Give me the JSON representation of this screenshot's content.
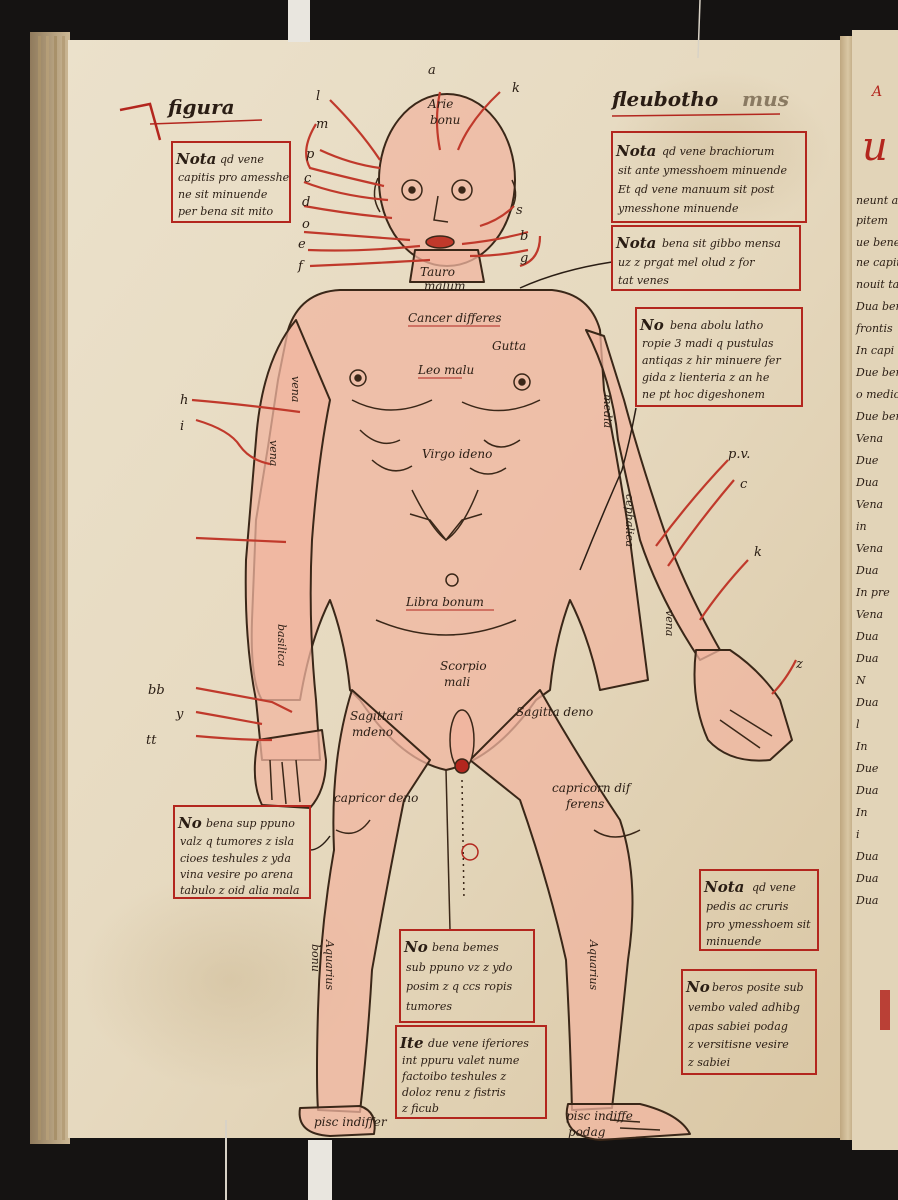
{
  "page": {
    "title_left": "figura",
    "title_right": "fleubotho",
    "title_right_tail": "mus"
  },
  "colors": {
    "background": "#151312",
    "parchment": "#e8dcc4",
    "ink": "#2a1d14",
    "rubric": "#b3261e",
    "flesh": "#f0b6a0"
  },
  "figure_labels": {
    "aries": [
      "Arie",
      "bonu"
    ],
    "taurus": [
      "Tauro",
      "malum"
    ],
    "cancer": "Cancer differes",
    "gutta": "Gutta",
    "leo": "Leo malu",
    "virgo": "Virgo ideno",
    "libra": "Libra bonum",
    "scorpio": [
      "Scorpio",
      "mali"
    ],
    "sag_left": [
      "Sagittari",
      "mdeno"
    ],
    "sag_right": "Sagitta deno",
    "cap_left": "capricor deno",
    "cap_right": [
      "capricorn dif",
      "ferens"
    ],
    "aqu_left": [
      "Aquarius",
      "bonu"
    ],
    "aqu_right": "Aquarius",
    "pisces_left": "pisc indiffer",
    "pisces_right": [
      "pisc indiffe",
      "podag"
    ]
  },
  "vein_labels_left": [
    "l",
    "m",
    "p",
    "c",
    "d",
    "o",
    "e",
    "f",
    "h",
    "i",
    "bb",
    "y",
    "tt"
  ],
  "vein_labels_right": [
    "a",
    "k",
    "s",
    "b",
    "g",
    "p.v.",
    "c",
    "k",
    "z"
  ],
  "vessel_labels": [
    "vena",
    "vena",
    "basilica",
    "media",
    "cephalica",
    "vena"
  ],
  "notes": [
    {
      "head": "Nota",
      "lines": [
        "qd vene",
        "capitis pro amesshe",
        "ne sit minuende",
        "per bena sit mito"
      ]
    },
    {
      "head": "Nota",
      "lines": [
        "qd vene brachiorum",
        "sit ante ymesshoem minuende",
        "Et qd vene manuum sit post",
        "ymesshone minuende"
      ]
    },
    {
      "head": "Nota",
      "lines": [
        "bena sit gibbo mensa",
        "uz z prgat mel olud z for",
        "tat venes"
      ]
    },
    {
      "head": "No",
      "lines": [
        "bena abolu latho",
        "ropie 3 madi q pustulas",
        "antiqas z hir minuere fer",
        "gida z lienteria z an he",
        "ne pt hoc digeshonem"
      ]
    },
    {
      "head": "No",
      "lines": [
        "bena sup ppuno",
        "valz q tumores z isla",
        "cioes teshules z yda",
        "vina vesire po arena",
        "tabulo z oid alia mala"
      ]
    },
    {
      "head": "Nota",
      "lines": [
        "qd vene",
        "pedis ac cruris",
        "pro ymesshoem sit",
        "minuende"
      ]
    },
    {
      "head": "No",
      "lines": [
        "bena bemes",
        "sub ppuno vz z ydo",
        "posim z q ccs ropis",
        "tumores"
      ]
    },
    {
      "head": "No",
      "lines": [
        "beros posite sub",
        "vembo valed adhibg",
        "apas sabiei podag",
        "z versitisne vesire",
        "z sabiei"
      ]
    },
    {
      "head": "Ite",
      "lines": [
        "due vene iferiores",
        "int ppuru valet nume",
        "factoibo teshules z",
        "doloz renu z fistris",
        "z ficub"
      ]
    }
  ],
  "margin_right_fragments": [
    "A",
    "u",
    "neunt ad",
    "pitem",
    "ue bene",
    "ne capit",
    "nouit tapit",
    "Dua bene",
    "frontis",
    "In capi",
    "Due bene",
    "o medio",
    "Due bene",
    "Vena",
    "Due",
    "Dua",
    "Vena",
    "in",
    "Vena",
    "Dua",
    "In pre",
    "Vena",
    "Dua",
    "Dua",
    "N",
    "Dua",
    "l",
    "In",
    "Due",
    "Dua",
    "In",
    "i",
    "Dua",
    "Dua",
    "Dua"
  ]
}
